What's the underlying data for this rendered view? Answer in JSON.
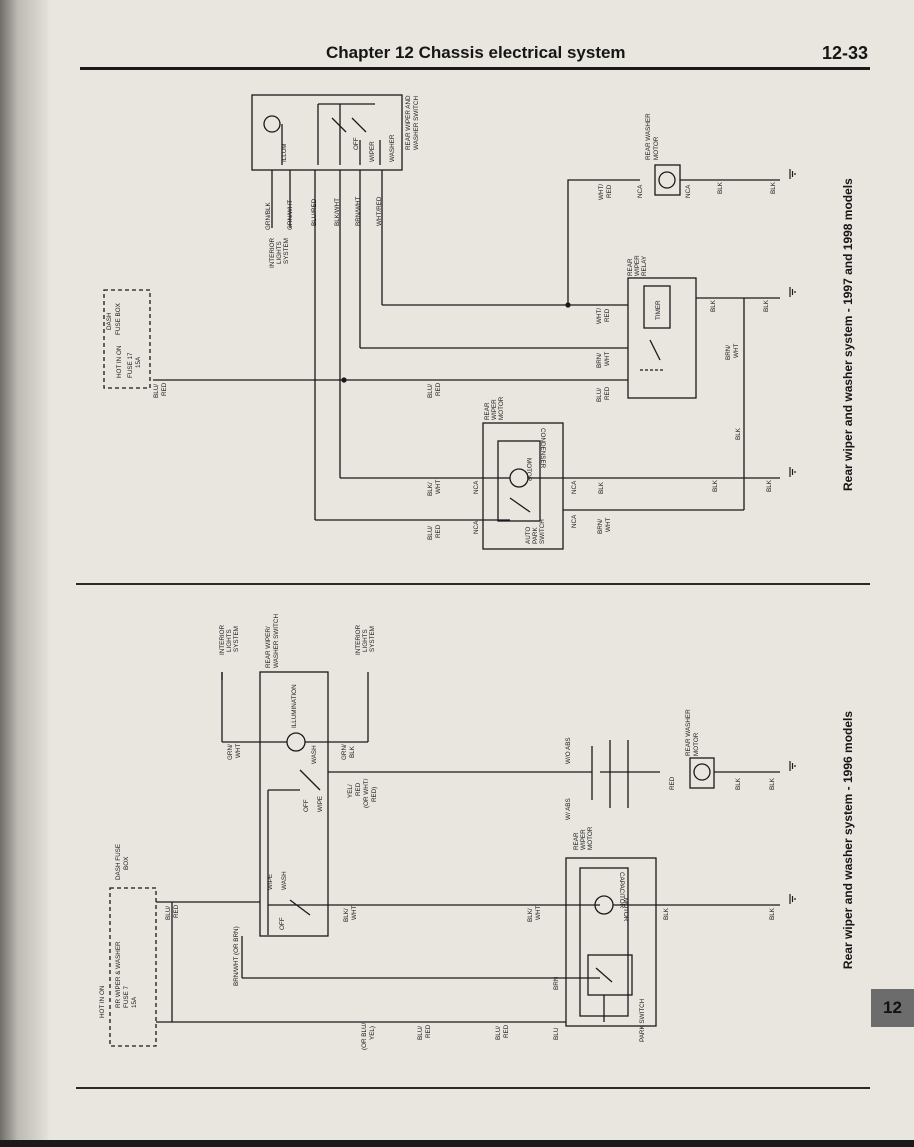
{
  "header": {
    "chapter": "Chapter 12  Chassis electrical system",
    "page_number": "12-33"
  },
  "tab_label": "12",
  "diagram_top": {
    "caption": "Rear wiper and washer system - 1997 and 1998 models",
    "hot_in_on": "HOT IN ON",
    "fuse": [
      "FUSE 17",
      "15A"
    ],
    "dash_fuse_box": [
      "DASH",
      "FUSE BOX"
    ],
    "switch_title": [
      "REAR WIPER AND",
      "WASHER SWITCH"
    ],
    "switch_labels": [
      "ILLUM",
      "OFF",
      "WIPER",
      "WASHER"
    ],
    "interior_lights": [
      "INTERIOR",
      "LIGHTS",
      "SYSTEM"
    ],
    "switch_wires": [
      "GRN/BLK",
      "GRN/WHT",
      "BLU/RED",
      "BLK/WHT",
      "BRN/WHT",
      "WHT/RED"
    ],
    "feed_wire": [
      "BLU/",
      "RED"
    ],
    "motor_title": [
      "REAR",
      "WIPER",
      "MOTOR"
    ],
    "condenser": "CONDENSER",
    "motor_label": "MOTOR",
    "auto_park": [
      "AUTO",
      "PARK",
      "SWITCH"
    ],
    "motor_wires_left": [
      [
        "BLK/",
        "WHT"
      ],
      [
        "BLU/",
        "RED"
      ]
    ],
    "motor_wires_right": [
      [
        "BLK"
      ],
      [
        "BRN/",
        "WHT"
      ]
    ],
    "relay_title": [
      "REAR",
      "WIPER",
      "RELAY"
    ],
    "timer": "TIMER",
    "relay_wires": [
      [
        "WHT/",
        "RED"
      ],
      [
        "BRN/",
        "WHT"
      ],
      [
        "BLU/",
        "RED"
      ]
    ],
    "washer_title": [
      "REAR WASHER",
      "MOTOR"
    ],
    "washer_wire": [
      "WHT/",
      "RED"
    ],
    "nca": "NCA",
    "blk": "BLK"
  },
  "diagram_bottom": {
    "caption": "Rear wiper and washer system - 1996 models",
    "hot_in_on": "HOT IN ON",
    "fuse": [
      "RR WIPER & WASHER",
      "FUSE 7",
      "15A"
    ],
    "dash_fuse_box": [
      "DASH FUSE",
      "BOX"
    ],
    "switch_title": [
      "REAR WIPER/",
      "WASHER SWITCH"
    ],
    "illumination": "ILLUMINATION",
    "interior_lights": [
      "INTERIOR",
      "LIGHTS",
      "SYSTEM"
    ],
    "switch_positions": [
      "WASH",
      "OFF",
      "WIPE"
    ],
    "switch_positions_lower": [
      "WIPE",
      "WASH",
      "OFF"
    ],
    "wires": [
      "GRN/",
      "WHT",
      "GRN/",
      "BLK",
      "YEL/",
      "RED",
      "(OR WHT/",
      "RED)",
      "BLK/",
      "WHT",
      "BLU/",
      "RED",
      "BRN/WHT (OR BRN)",
      "(OR BLU/",
      "YEL)"
    ],
    "wo_abs": "W/O ABS",
    "w_abs": "W/ ABS",
    "motor_title": [
      "REAR",
      "WIPER",
      "MOTOR"
    ],
    "capacitor": "CAPACITOR",
    "motor_label": "MOTOR",
    "park_switch": "PARK SWITCH",
    "washer_title": [
      "REAR WASHER",
      "MOTOR"
    ],
    "motor_wires": [
      "BLK/",
      "WHT",
      "BRN",
      "BLU"
    ],
    "red": "RED",
    "blk": "BLK"
  }
}
